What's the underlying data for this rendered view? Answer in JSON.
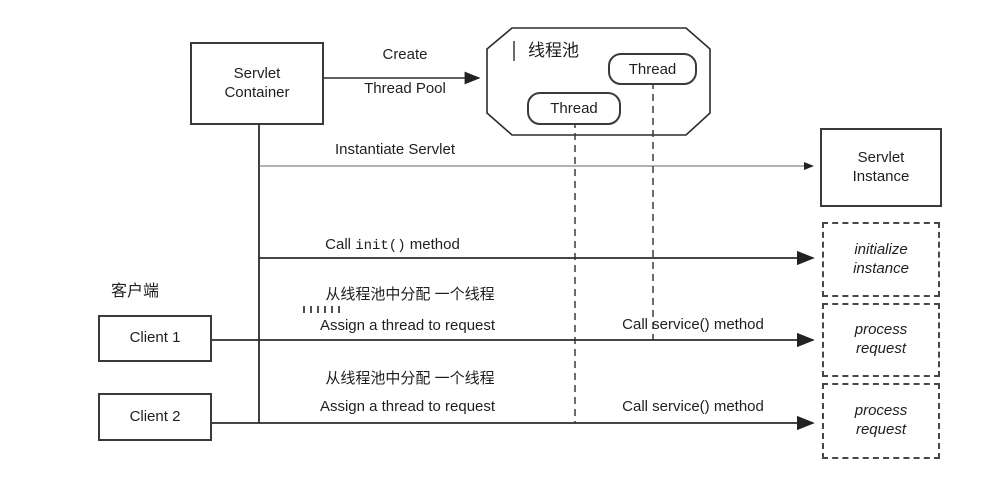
{
  "diagram": {
    "colors": {
      "stroke": "#2b2b2b",
      "light_stroke": "#666666",
      "text": "#1f1f1f",
      "background": "#ffffff"
    },
    "boxes": {
      "servlet_container": {
        "label": "Servlet\nContainer"
      },
      "servlet_instance": {
        "label": "Servlet\nInstance"
      },
      "client1": {
        "label": "Client 1"
      },
      "client2": {
        "label": "Client 2"
      },
      "initialize_instance": {
        "label": "initialize\ninstance"
      },
      "process_request_1": {
        "label": "process\nrequest"
      },
      "process_request_2": {
        "label": "process\nrequest"
      }
    },
    "thread_pool": {
      "title": "线程池",
      "threads": [
        "Thread",
        "Thread"
      ]
    },
    "labels": {
      "create": "Create",
      "thread_pool_arrow": "Thread Pool",
      "instantiate": "Instantiate Servlet",
      "init_pre": "Call ",
      "init_code": "init()",
      "init_post": " method",
      "clients_cn": "客户端",
      "assign_cn": "从线程池中分配 一个线程",
      "assign_en": "Assign a thread to request",
      "call_service": "Call service() method"
    }
  }
}
